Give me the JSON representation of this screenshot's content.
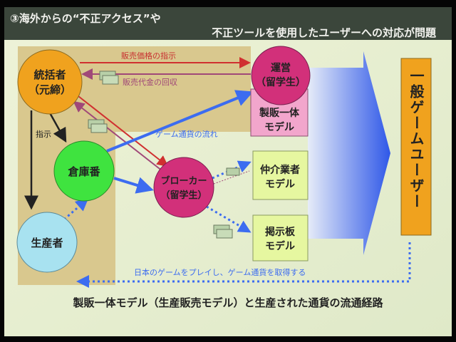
{
  "title": {
    "line1": "③海外からの“不正アクセス”や",
    "line2": "不正ツールを使用したユーザーへの対応が問題"
  },
  "nodes": {
    "leader": {
      "line1": "統括者",
      "line2": "（元締）"
    },
    "operator": {
      "line1": "運営",
      "line2": "（留学生）"
    },
    "operator_model": {
      "line1": "製販一体",
      "line2": "モデル"
    },
    "warehouse": {
      "label": "倉庫番"
    },
    "broker": {
      "line1": "ブローカー",
      "line2": "（留学生）"
    },
    "producer": {
      "label": "生産者"
    },
    "intermediary_model": {
      "line1": "仲介業者",
      "line2": "モデル"
    },
    "bbs_model": {
      "line1": "掲示板",
      "line2": "モデル"
    },
    "users": {
      "label": "一般ゲームユーザー"
    }
  },
  "labels": {
    "price_instruction": "販売価格の指示",
    "payment_collection": "販売代金の回収",
    "instruction": "指示",
    "currency_flow": "ゲーム通貨の流れ",
    "play_and_acquire": "日本のゲームをプレイし、ゲーム通貨を取得する"
  },
  "caption": "製販一体モデル（生産販売モデル）と生産された通貨の流通経路",
  "colors": {
    "orange": "#f0a21e",
    "magenta": "#d2307a",
    "green": "#3fe33f",
    "light_blue": "#a8e2f0",
    "pink_box": "#f2a6cc",
    "yellow_box": "#e6f7a0",
    "blue_arrow": "#3c6cf0"
  }
}
